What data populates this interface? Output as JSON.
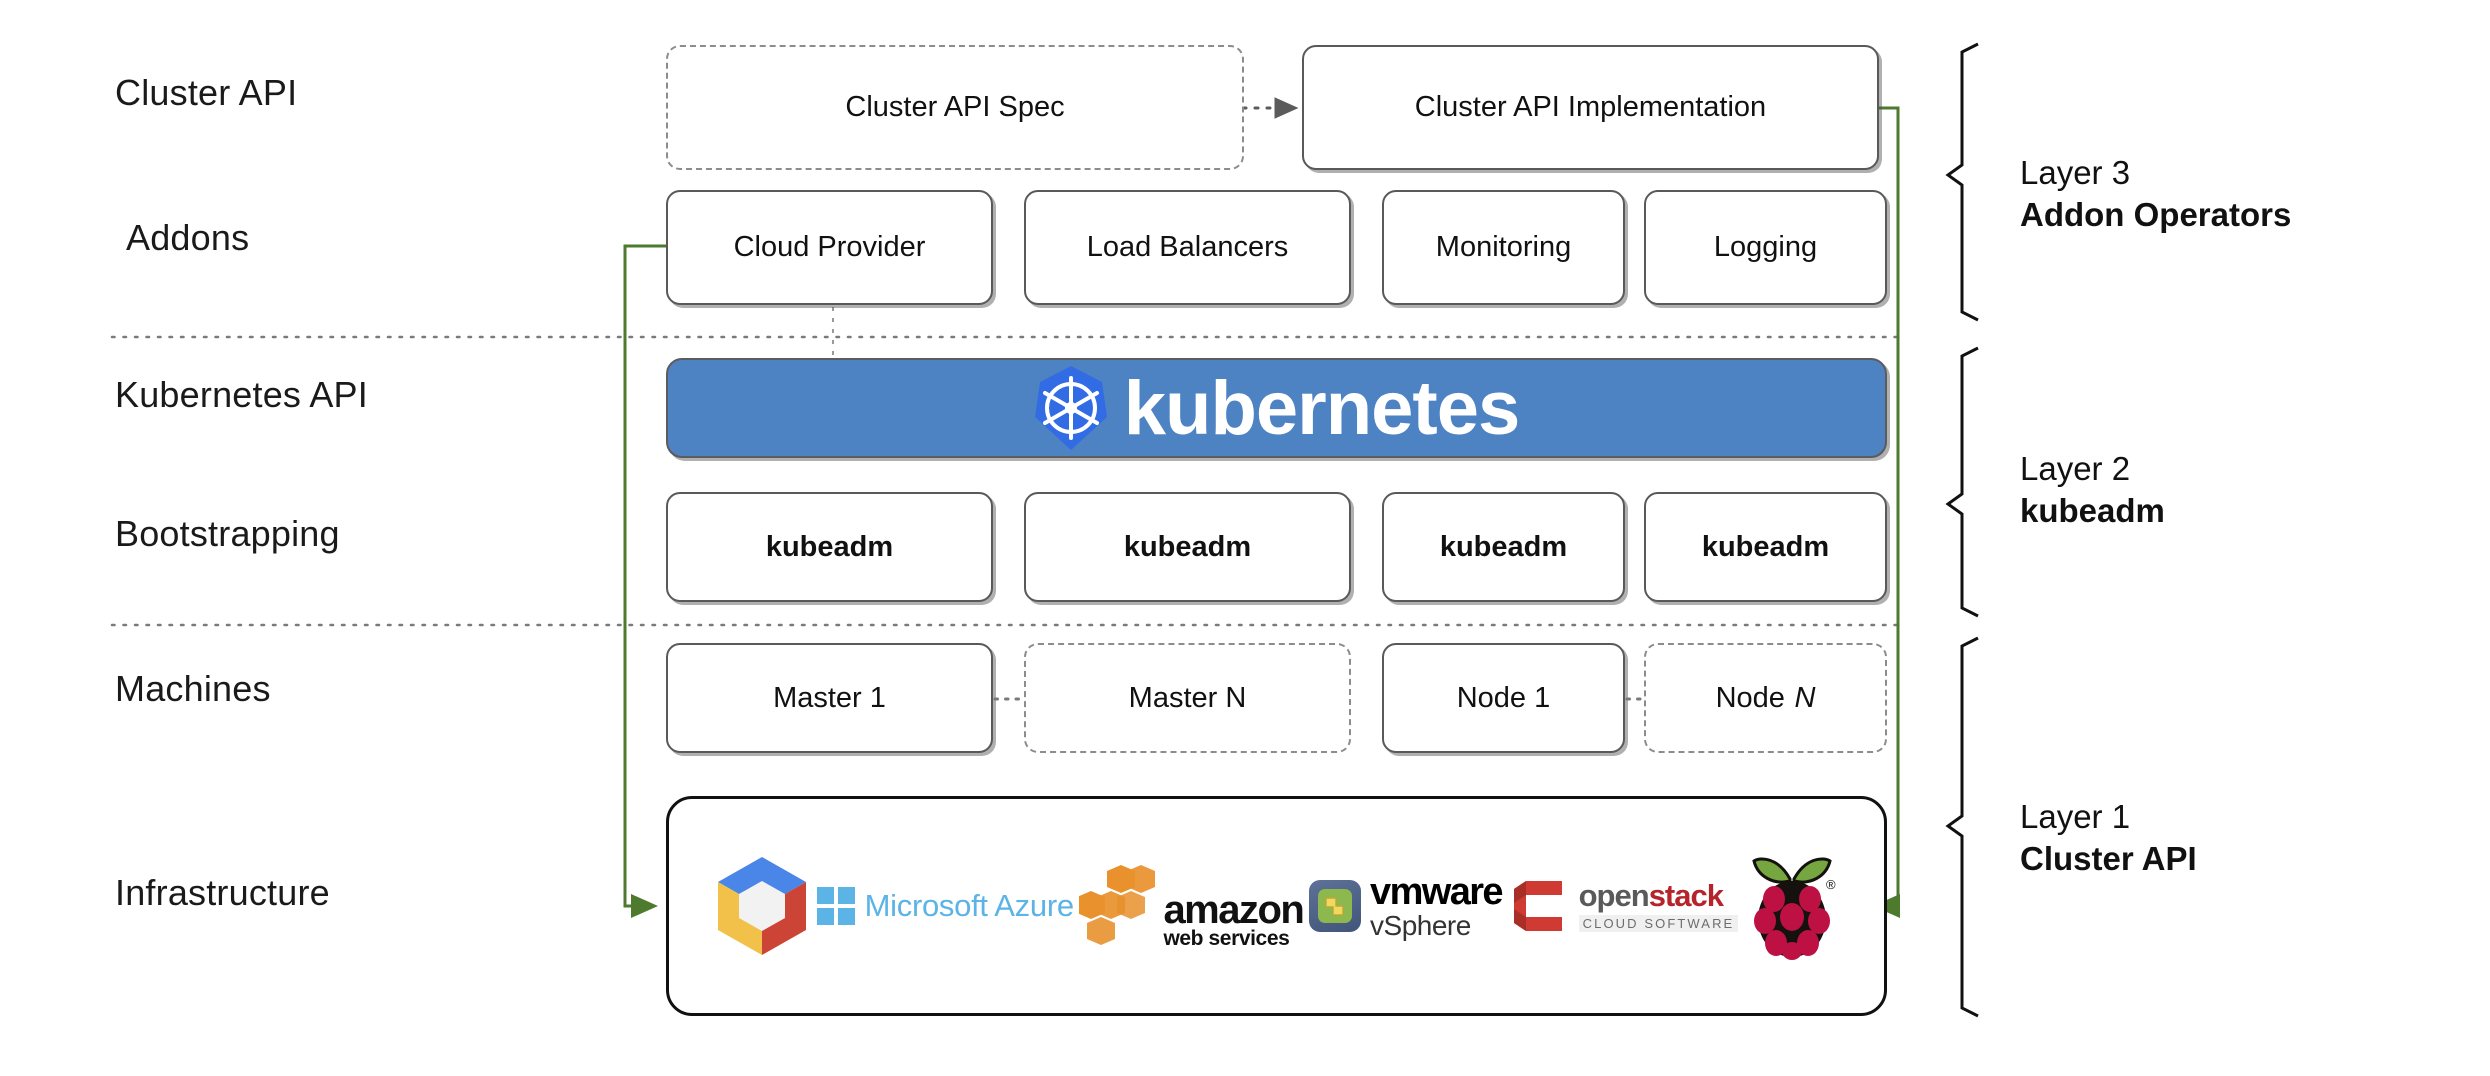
{
  "diagram": {
    "title": "Cluster API layered architecture",
    "accent_green": "#4e7a2e",
    "banner_blue": "#4d82c3",
    "k8s_logo_blue": "#326ce5"
  },
  "row_labels": [
    {
      "id": "cluster-api",
      "text": "Cluster API"
    },
    {
      "id": "addons",
      "text": "Addons"
    },
    {
      "id": "kubernetes-api",
      "text": "Kubernetes API"
    },
    {
      "id": "bootstrapping",
      "text": "Bootstrapping"
    },
    {
      "id": "machines",
      "text": "Machines"
    },
    {
      "id": "infrastructure",
      "text": "Infrastructure"
    }
  ],
  "cluster_api_row": {
    "spec": {
      "label": "Cluster API Spec",
      "style": "dashed"
    },
    "implementation": {
      "label": "Cluster API Implementation",
      "style": "solid"
    },
    "arrow": {
      "from": "Cluster API Spec",
      "to": "Cluster API Implementation",
      "style": "dotted"
    }
  },
  "addons_row": [
    {
      "label": "Cloud Provider"
    },
    {
      "label": "Load Balancers"
    },
    {
      "label": "Monitoring"
    },
    {
      "label": "Logging"
    }
  ],
  "kubernetes_banner": {
    "wordmark": "kubernetes",
    "logo": "kubernetes-helm-wheel-icon"
  },
  "bootstrapping_row": [
    {
      "label": "kubeadm"
    },
    {
      "label": "kubeadm"
    },
    {
      "label": "kubeadm"
    },
    {
      "label": "kubeadm"
    }
  ],
  "machines_row": [
    {
      "label": "Master 1",
      "style": "solid",
      "italic_suffix": ""
    },
    {
      "label": "Master N",
      "style": "dashed",
      "italic_suffix": ""
    },
    {
      "label": "Node 1",
      "style": "solid",
      "italic_suffix": ""
    },
    {
      "label": "Node",
      "style": "dashed",
      "italic_suffix": "N"
    }
  ],
  "infrastructure_logos": [
    {
      "name": "google-cloud-icon",
      "label": ""
    },
    {
      "name": "microsoft-azure-icon",
      "label": "Microsoft Azure"
    },
    {
      "name": "amazon-web-services-icon",
      "label_primary": "amazon",
      "label_secondary": "web services"
    },
    {
      "name": "vmware-vsphere-icon",
      "label_primary": "vmware",
      "label_secondary": "vSphere"
    },
    {
      "name": "openstack-icon",
      "label_primary": "open",
      "label_accent": "stack",
      "label_secondary": "CLOUD SOFTWARE"
    },
    {
      "name": "raspberry-pi-icon",
      "label": ""
    }
  ],
  "layers": [
    {
      "id": "layer-3",
      "number": "Layer 3",
      "name": "Addon Operators"
    },
    {
      "id": "layer-2",
      "number": "Layer 2",
      "name": "kubeadm"
    },
    {
      "id": "layer-1",
      "number": "Layer 1",
      "name": "Cluster API"
    }
  ]
}
